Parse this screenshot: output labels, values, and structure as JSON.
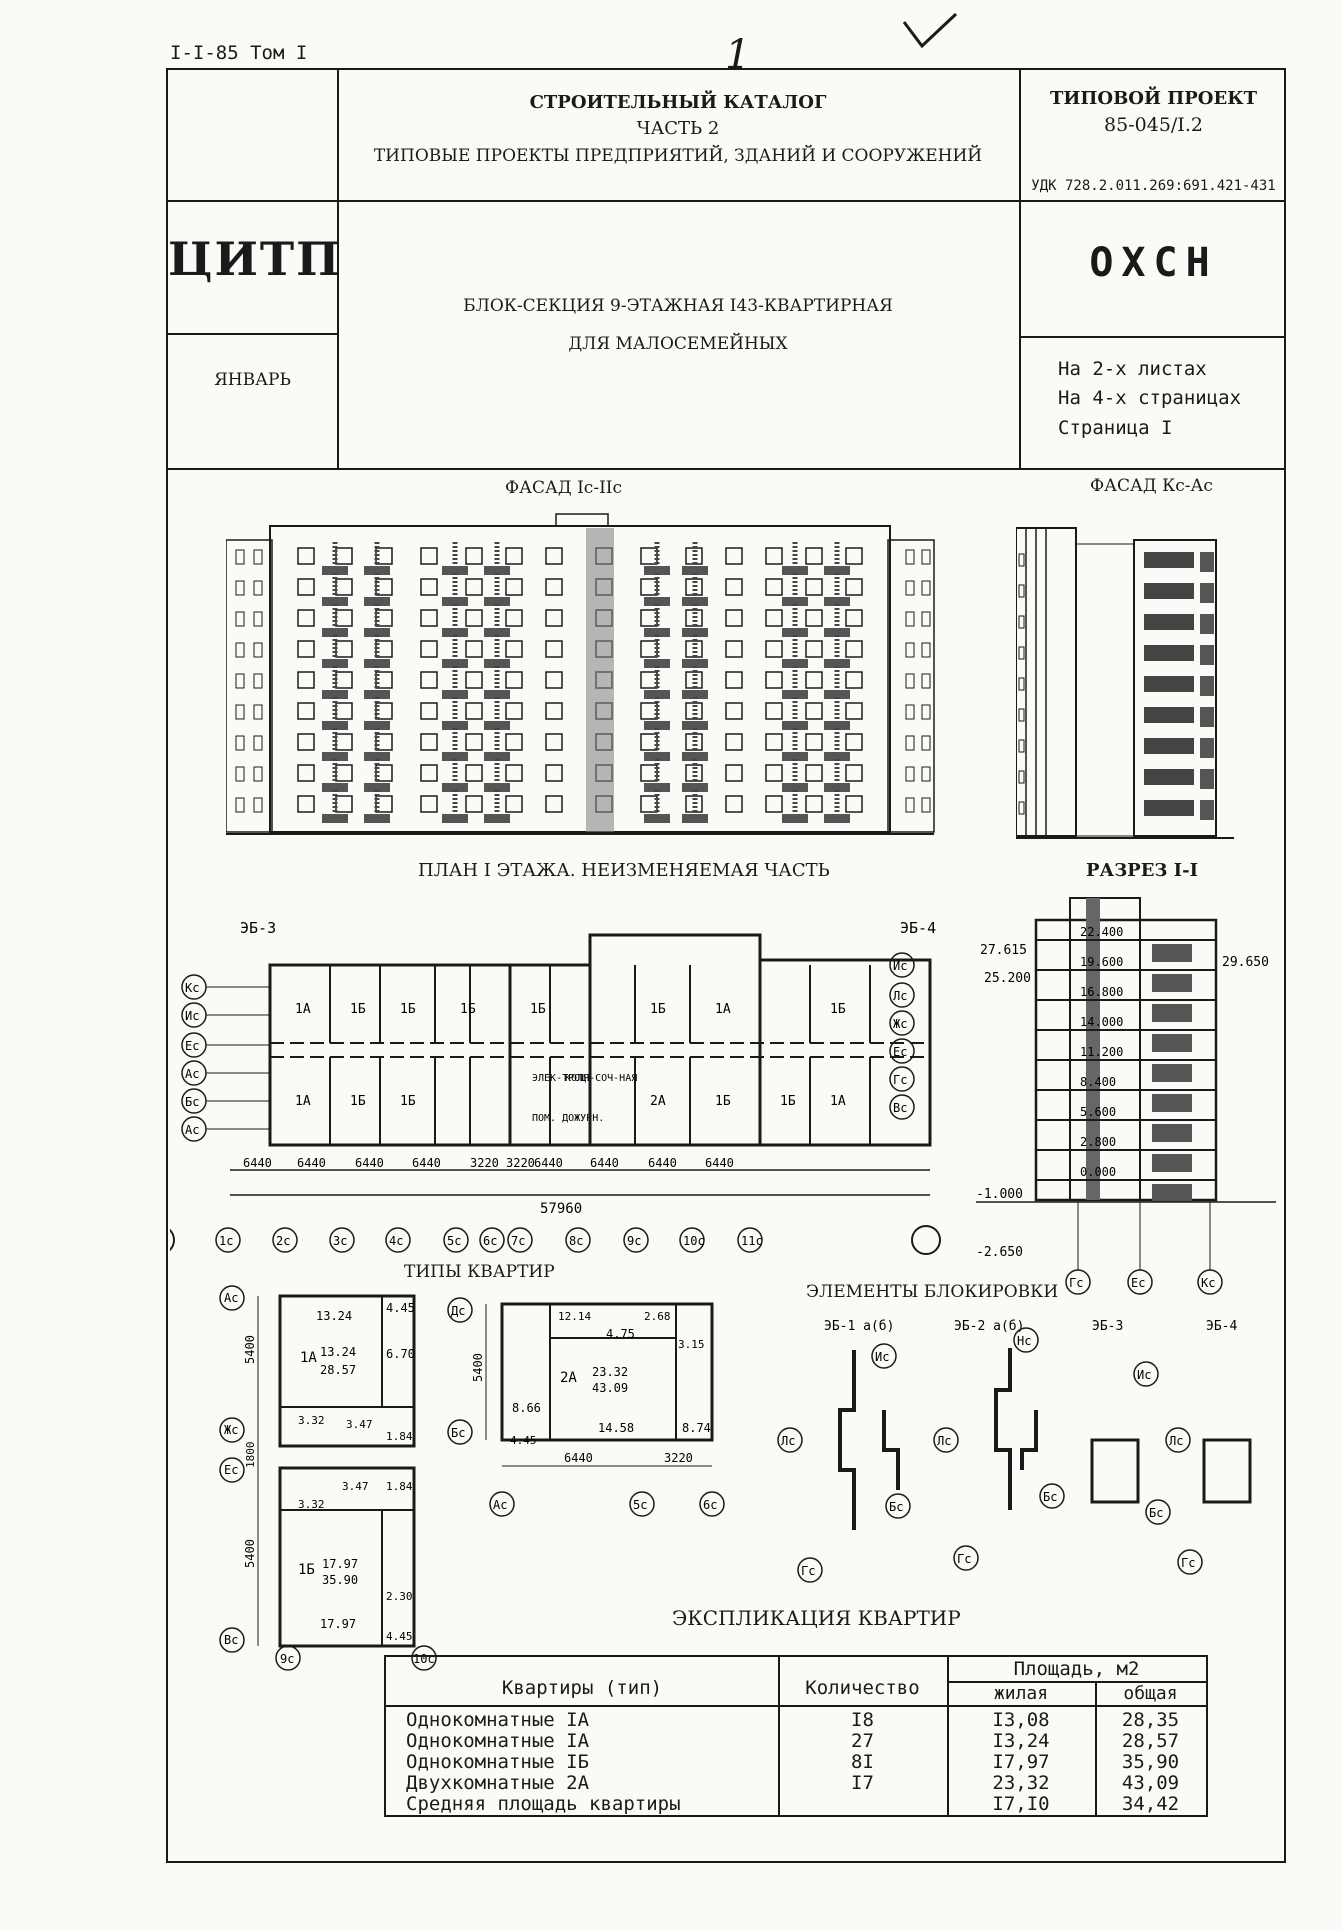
{
  "corner_label": "I-I-85 Том I",
  "handwritten_number": "1",
  "header": {
    "catalog_line1": "СТРОИТЕЛЬНЫЙ КАТАЛОГ",
    "catalog_line2": "ЧАСТЬ 2",
    "catalog_line3": "ТИПОВЫЕ ПРОЕКТЫ ПРЕДПРИЯТИЙ, ЗДАНИЙ И СООРУЖЕНИЙ",
    "project_label": "ТИПОВОЙ ПРОЕКТ",
    "project_number": "85-045/I.2",
    "udk": "УДК 728.2.011.269:691.421-431",
    "logo": "ЦИТП",
    "month": "ЯНВАРЬ",
    "title_line1": "БЛОК-СЕКЦИЯ 9-ЭТАЖНАЯ I43-КВАРТИРНАЯ",
    "title_line2": "ДЛЯ МАЛОСЕМЕЙНЫХ",
    "code": "ОХСН",
    "sheets": "На 2-х листах",
    "pages": "На 4-х страницах",
    "page": "Страница I"
  },
  "drawings": {
    "facade_main": "ФАСАД Iс-IIс",
    "facade_side": "ФАСАД Кс-Ас",
    "plan_title": "ПЛАН I ЭТАЖА. НЕИЗМЕНЯЕМАЯ ЧАСТЬ",
    "section_title": "РАЗРЕЗ I-I",
    "types_title": "ТИПЫ КВАРТИР",
    "elements_title": "ЭЛЕМЕНТЫ БЛОКИРОВКИ",
    "expl_title": "ЭКСПЛИКАЦИЯ КВАРТИР",
    "plan_left_tag": "ЭБ-3",
    "plan_right_tag": "ЭБ-4",
    "plan_total": "57960",
    "plan_dims": [
      "6440",
      "6440",
      "6440",
      "6440",
      "3220",
      "3220",
      "6440",
      "6440",
      "6440",
      "6440"
    ],
    "plan_axes_bottom": [
      "1с",
      "2с",
      "3с",
      "4с",
      "5с",
      "6с",
      "7с",
      "8с",
      "9с",
      "10с",
      "11с"
    ],
    "plan_axes_left": [
      "Кс",
      "Ис",
      "Ес",
      "Ас",
      "Бс",
      "Ас"
    ],
    "plan_axes_right": [
      "Ис",
      "Лс",
      "Жс",
      "Ес",
      "Гс",
      "Вс"
    ],
    "plan_rooms_top": [
      "1А",
      "1Б",
      "1Б",
      "1Б",
      "1Б",
      "1Б",
      "1А",
      "1Б"
    ],
    "plan_rooms_bottom": [
      "1А",
      "1Б",
      "1Б",
      "2А",
      "1Б",
      "1Б",
      "1А"
    ],
    "plan_labels": {
      "elec": "ЭЛЕК-ТРОЩ.",
      "kolya": "КОЛЯ-СОЧ-НАЯ",
      "pom": "ПОМ. ДОЖУРН."
    },
    "section_levels": [
      "22.400",
      "19.600",
      "16.800",
      "14.000",
      "11.200",
      "8.400",
      "5.600",
      "2.800",
      "0.000"
    ],
    "section_top1": "27.615",
    "section_top2": "25.200",
    "section_top3": "29.650",
    "section_bottom1": "-1.000",
    "section_bottom2": "-2.650",
    "section_axes": [
      "Гс",
      "Ес",
      "Кс"
    ],
    "apt1": {
      "axis_top": "Ас",
      "axis_mid1": "Жс",
      "axis_mid2": "Ес",
      "axis_bot": "Вс",
      "axis_left": "9с",
      "axis_right": "10с",
      "dim1": "5400",
      "dim2": "1800",
      "dim3": "5400",
      "type_a": "1А",
      "a_area": "13.24",
      "a_total": "28.57",
      "a_top": "13.24",
      "a_v1": "4.45",
      "a_v2": "6.70",
      "a_v3": "3.32",
      "a_v4": "3.47",
      "a_v5": "1.84",
      "type_b": "1Б",
      "b_area": "17.97",
      "b_total": "35.90",
      "b_bot": "17.97",
      "b_v1": "3.47",
      "b_v2": "1.84",
      "b_v3": "3.32",
      "b_v4": "2.30",
      "b_v5": "4.45"
    },
    "apt2": {
      "axis_left1": "Дс",
      "axis_left2": "Бс",
      "axis_bl": "Ас",
      "axis_b2": "5с",
      "axis_b3": "6с",
      "dim_v": "5400",
      "dim_h1": "6440",
      "dim_h2": "3220",
      "type": "2А",
      "area": "23.32",
      "total": "43.09",
      "v1": "12.14",
      "v2": "4.75",
      "v3": "2.68",
      "v4": "3.15",
      "v5": "8.66",
      "v6": "14.58",
      "v7": "8.74",
      "v8": "4.45"
    },
    "blocks": [
      "ЭБ-1 а(б)",
      "ЭБ-2 а(б)",
      "ЭБ-3",
      "ЭБ-4"
    ],
    "block_axes": {
      "b1": [
        "Ис",
        "Лс",
        "Бс",
        "Гс"
      ],
      "b2": [
        "Нс",
        "Лс",
        "Бс",
        "Гс"
      ],
      "b3": [
        "Ис",
        "Бс"
      ],
      "b4": [
        "Лс",
        "Гс"
      ]
    }
  },
  "explication": {
    "col_type": "Квартиры (тип)",
    "col_count": "Количество",
    "col_area": "Площадь, м2",
    "col_living": "жилая",
    "col_total": "общая",
    "rows": [
      {
        "name": "Однокомнатные  IА",
        "count": "I8",
        "living": "I3,08",
        "total": "28,35"
      },
      {
        "name": "Однокомнатные  IА",
        "count": "27",
        "living": "I3,24",
        "total": "28,57"
      },
      {
        "name": "Однокомнатные  IБ",
        "count": "8I",
        "living": "I7,97",
        "total": "35,90"
      },
      {
        "name": "Двухкомнатные  2А",
        "count": "I7",
        "living": "23,32",
        "total": "43,09"
      },
      {
        "name": "Средняя площадь квартиры",
        "count": "",
        "living": "I7,I0",
        "total": "34,42"
      }
    ]
  }
}
